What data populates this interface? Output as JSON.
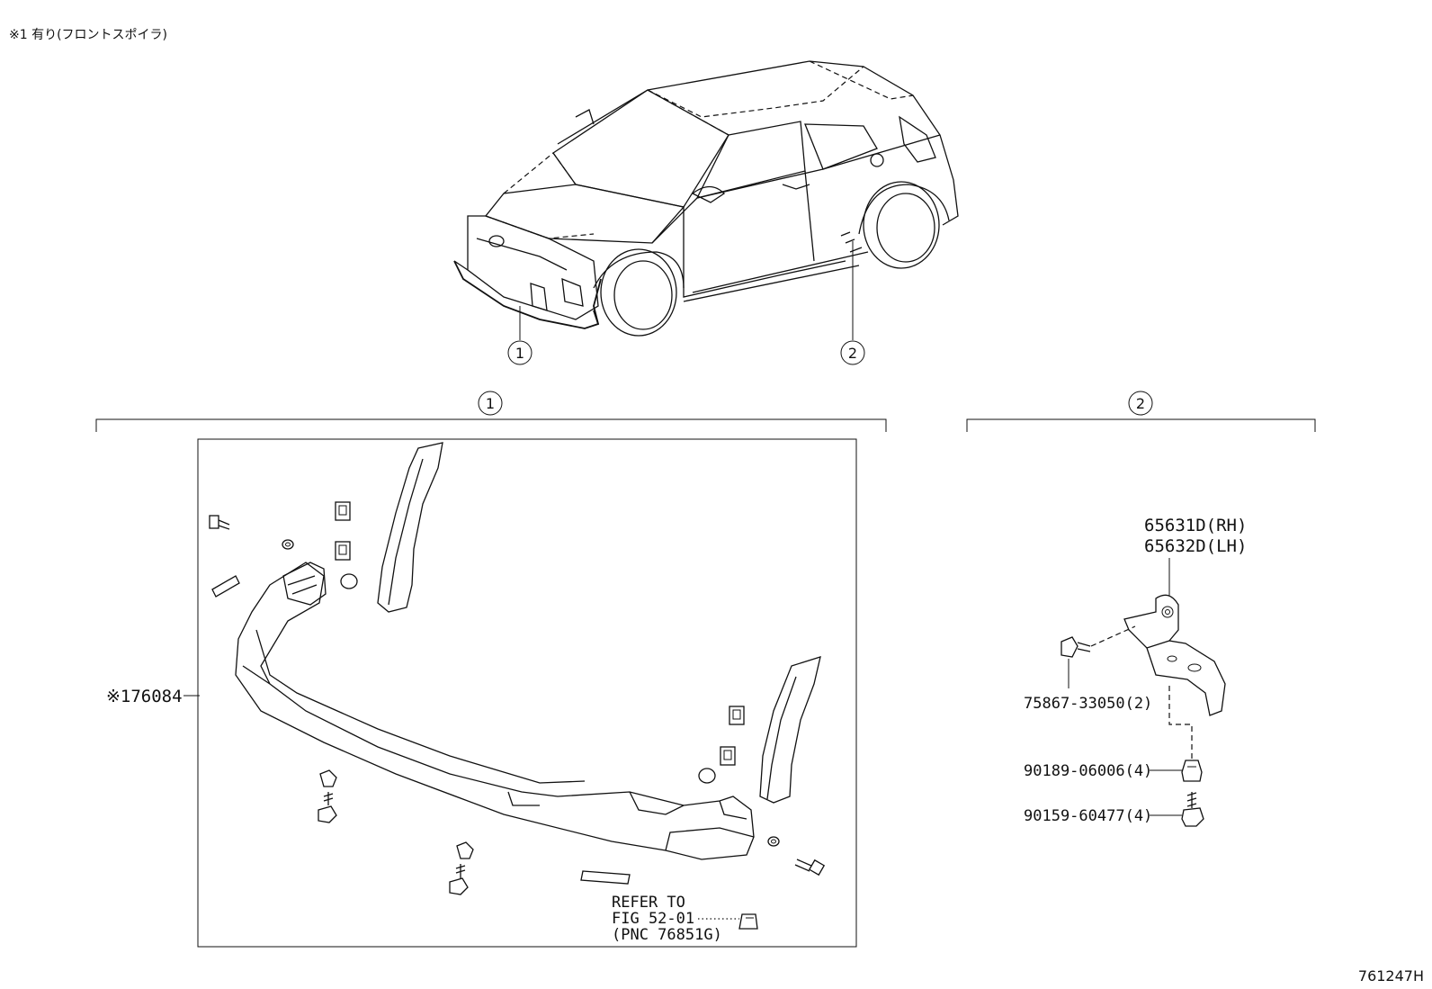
{
  "note": {
    "text": "※1 有り(フロントスポイラ)"
  },
  "callouts": {
    "c1": "1",
    "c2": "2"
  },
  "group1": {
    "marker": "1",
    "part_label": "※176084",
    "refer": {
      "line1": "REFER TO",
      "line2": "FIG 52-01",
      "line3": "(PNC 76851G)"
    }
  },
  "group2": {
    "marker": "2",
    "parts": {
      "rh": "65631D(RH)",
      "lh": "65632D(LH)",
      "clip": "75867-33050(2)",
      "nut": "90189-06006(4)",
      "screw": "90159-60477(4)"
    }
  },
  "figure_id": "761247H"
}
